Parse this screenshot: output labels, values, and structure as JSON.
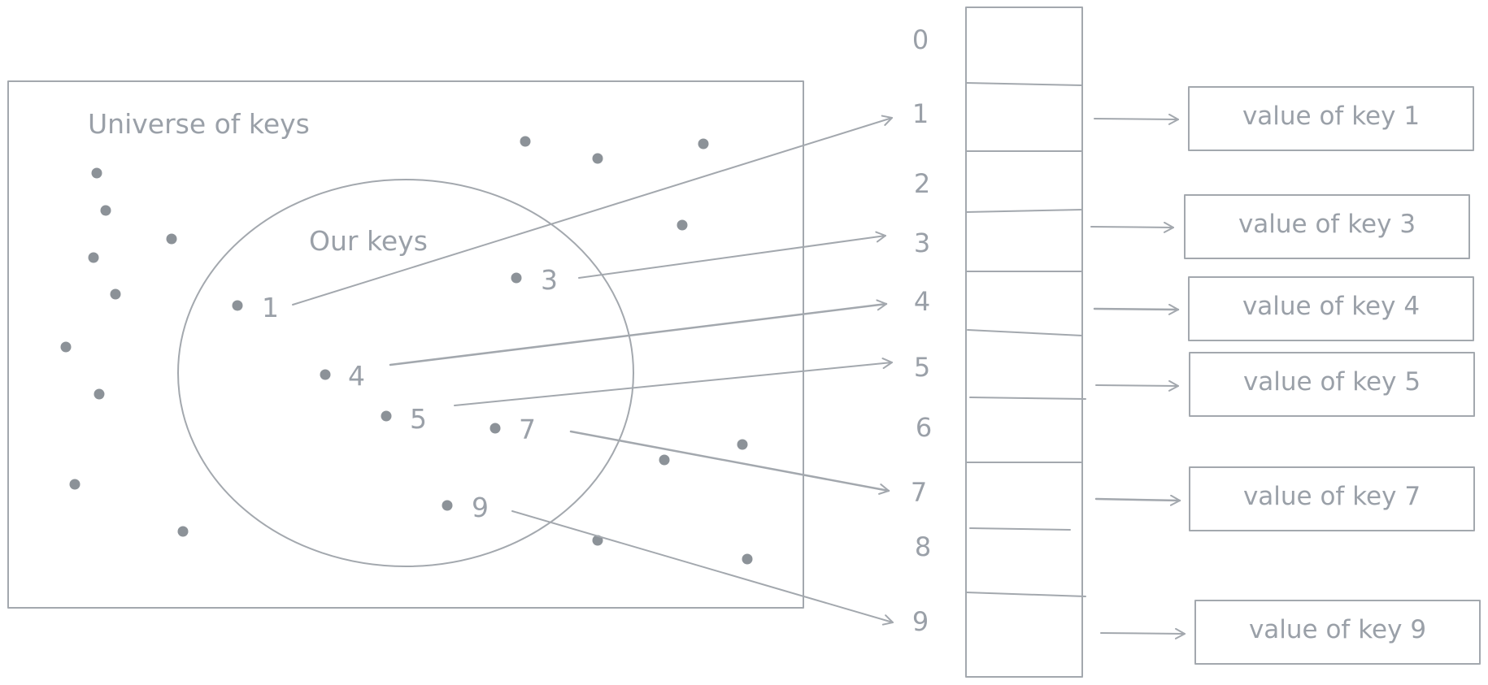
{
  "universe_label": "Universe of keys",
  "our_keys_label": "Our keys",
  "keys": [
    {
      "id": "1",
      "label": "1",
      "slot": 1
    },
    {
      "id": "3",
      "label": "3",
      "slot": 3
    },
    {
      "id": "4",
      "label": "4",
      "slot": 4
    },
    {
      "id": "5",
      "label": "5",
      "slot": 5
    },
    {
      "id": "7",
      "label": "7",
      "slot": 7
    },
    {
      "id": "9",
      "label": "9",
      "slot": 9
    }
  ],
  "slots": [
    "0",
    "1",
    "2",
    "3",
    "4",
    "5",
    "6",
    "7",
    "8",
    "9"
  ],
  "values": [
    {
      "slot": 1,
      "label": "value of key 1"
    },
    {
      "slot": 3,
      "label": "value of key 3"
    },
    {
      "slot": 4,
      "label": "value of key 4"
    },
    {
      "slot": 5,
      "label": "value of key 5"
    },
    {
      "slot": 7,
      "label": "value of key 7"
    },
    {
      "slot": 9,
      "label": "value of key 9"
    }
  ]
}
